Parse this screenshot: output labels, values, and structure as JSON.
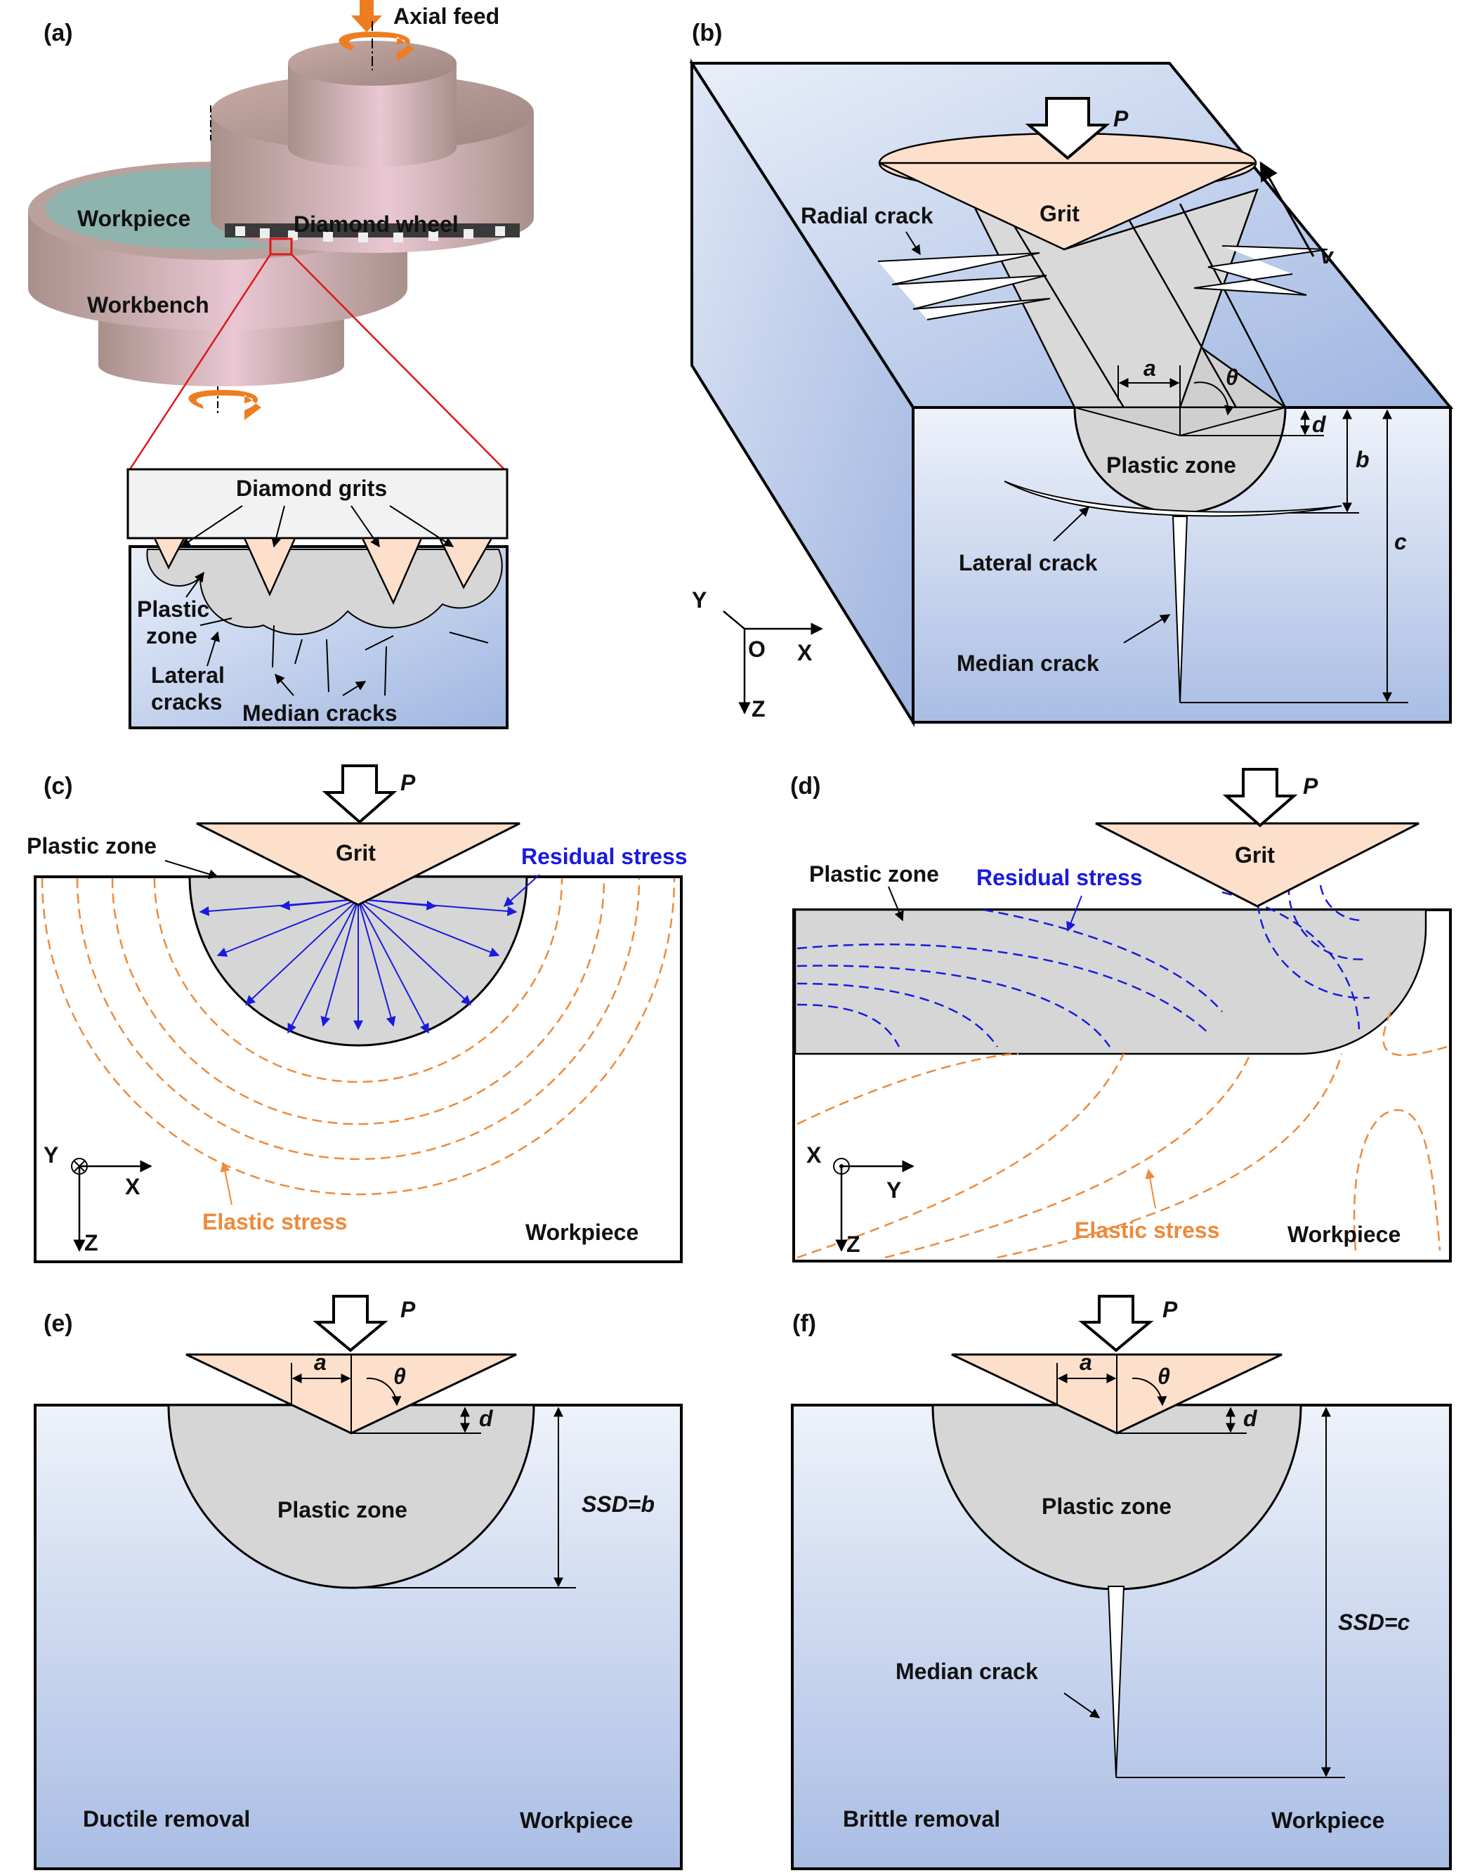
{
  "panel_labels": [
    "(a)",
    "(b)",
    "(c)",
    "(d)",
    "(e)",
    "(f)"
  ],
  "a": {
    "axial_feed": "Axial feed",
    "workpiece": "Workpiece",
    "diamond_wheel": "Diamond wheel",
    "workbench": "Workbench",
    "diamond_grits": "Diamond grits",
    "plastic_zone_1": "Plastic",
    "plastic_zone_2": "zone",
    "lateral_cracks_1": "Lateral",
    "lateral_cracks_2": "cracks",
    "median_cracks": "Median cracks"
  },
  "b": {
    "P": "P",
    "grit": "Grit",
    "radial_crack": "Radial crack",
    "v": "v",
    "a": "a",
    "theta": "θ",
    "d": "d",
    "b": "b",
    "c": "c",
    "plastic_zone": "Plastic zone",
    "lateral_crack": "Lateral crack",
    "median_crack": "Median crack",
    "axis_y": "Y",
    "axis_o": "O",
    "axis_x": "X",
    "axis_z": "Z"
  },
  "c": {
    "P": "P",
    "grit": "Grit",
    "plastic_zone": "Plastic zone",
    "residual_stress": "Residual stress",
    "elastic_stress": "Elastic stress",
    "workpiece": "Workpiece",
    "axis_y": "Y",
    "axis_x": "X",
    "axis_z": "Z"
  },
  "d": {
    "P": "P",
    "grit": "Grit",
    "plastic_zone": "Plastic zone",
    "residual_stress": "Residual stress",
    "elastic_stress": "Elastic stress",
    "workpiece": "Workpiece",
    "axis_x": "X",
    "axis_y": "Y",
    "axis_z": "Z"
  },
  "e": {
    "P": "P",
    "a": "a",
    "theta": "θ",
    "d": "d",
    "plastic_zone": "Plastic zone",
    "ssd": "SSD=b",
    "removal": "Ductile removal",
    "workpiece": "Workpiece"
  },
  "f": {
    "P": "P",
    "a": "a",
    "theta": "θ",
    "d": "d",
    "plastic_zone": "Plastic zone",
    "ssd": "SSD=c",
    "median_crack": "Median crack",
    "removal": "Brittle removal",
    "workpiece": "Workpiece"
  },
  "colors": {
    "grit": "#fde0cc",
    "plastic": "#d6d6d6",
    "blue_stress": "#1a1adf",
    "orange_stress": "#ee8a3a",
    "workpiece_top": "#eef2fa",
    "workpiece_bottom": "#a9bde4",
    "feed_arrow": "#ee7d22"
  }
}
